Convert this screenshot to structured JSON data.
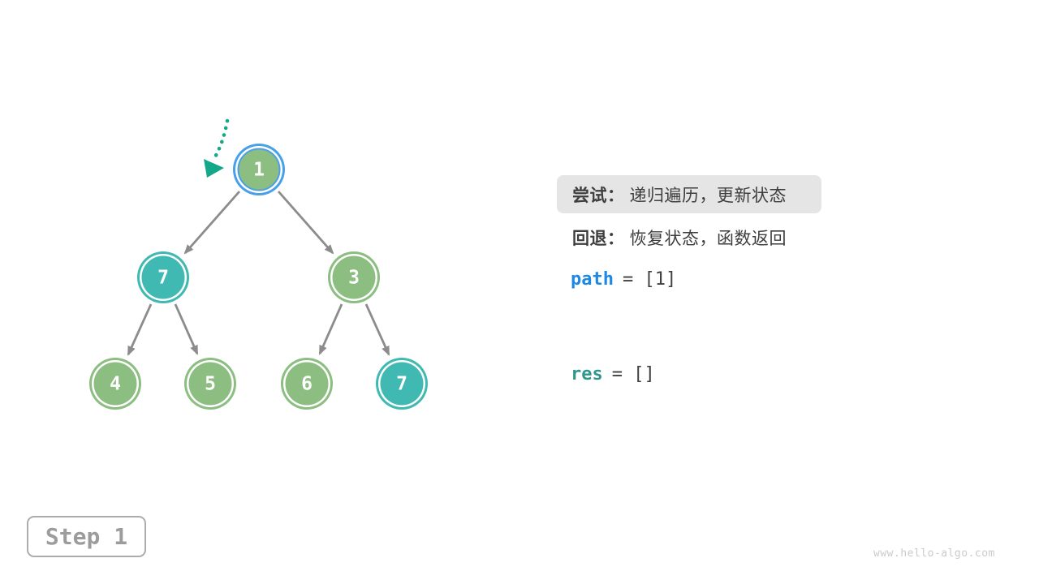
{
  "figure": {
    "step_badge": "Step 1",
    "watermark": "www.hello-algo.com"
  },
  "legend": {
    "try_label": "尝试：",
    "try_text": "递归遍历，更新状态",
    "backtrack_label": "回退：",
    "backtrack_text": "恢复状态，函数返回"
  },
  "variables": {
    "path_name": "path",
    "path_value": "= [1]",
    "res_name": "res",
    "res_value": "= []"
  },
  "tree": {
    "nodes": [
      {
        "value": "1",
        "variant": "green-active"
      },
      {
        "value": "7",
        "variant": "teal"
      },
      {
        "value": "3",
        "variant": "green"
      },
      {
        "value": "4",
        "variant": "green"
      },
      {
        "value": "5",
        "variant": "green"
      },
      {
        "value": "6",
        "variant": "green"
      },
      {
        "value": "7",
        "variant": "teal"
      }
    ],
    "edges_by_index": [
      [
        0,
        1
      ],
      [
        0,
        2
      ],
      [
        1,
        3
      ],
      [
        1,
        4
      ],
      [
        2,
        5
      ],
      [
        2,
        6
      ]
    ],
    "pointer_target_index": 0
  },
  "colors": {
    "node_green": "#8CBE82",
    "node_teal": "#3FB9B1",
    "active_ring_blue": "#4AA0E8",
    "edge_gray": "#8C8C8C",
    "pointer_teal": "#14A88B",
    "path_blue": "#1E88E5",
    "res_teal": "#2F968C",
    "legend_highlight_bg": "#E5E5E5",
    "text_dark": "#3E3E3E",
    "step_gray": "#9C9C9C",
    "watermark_gray": "#CBCBCB"
  }
}
